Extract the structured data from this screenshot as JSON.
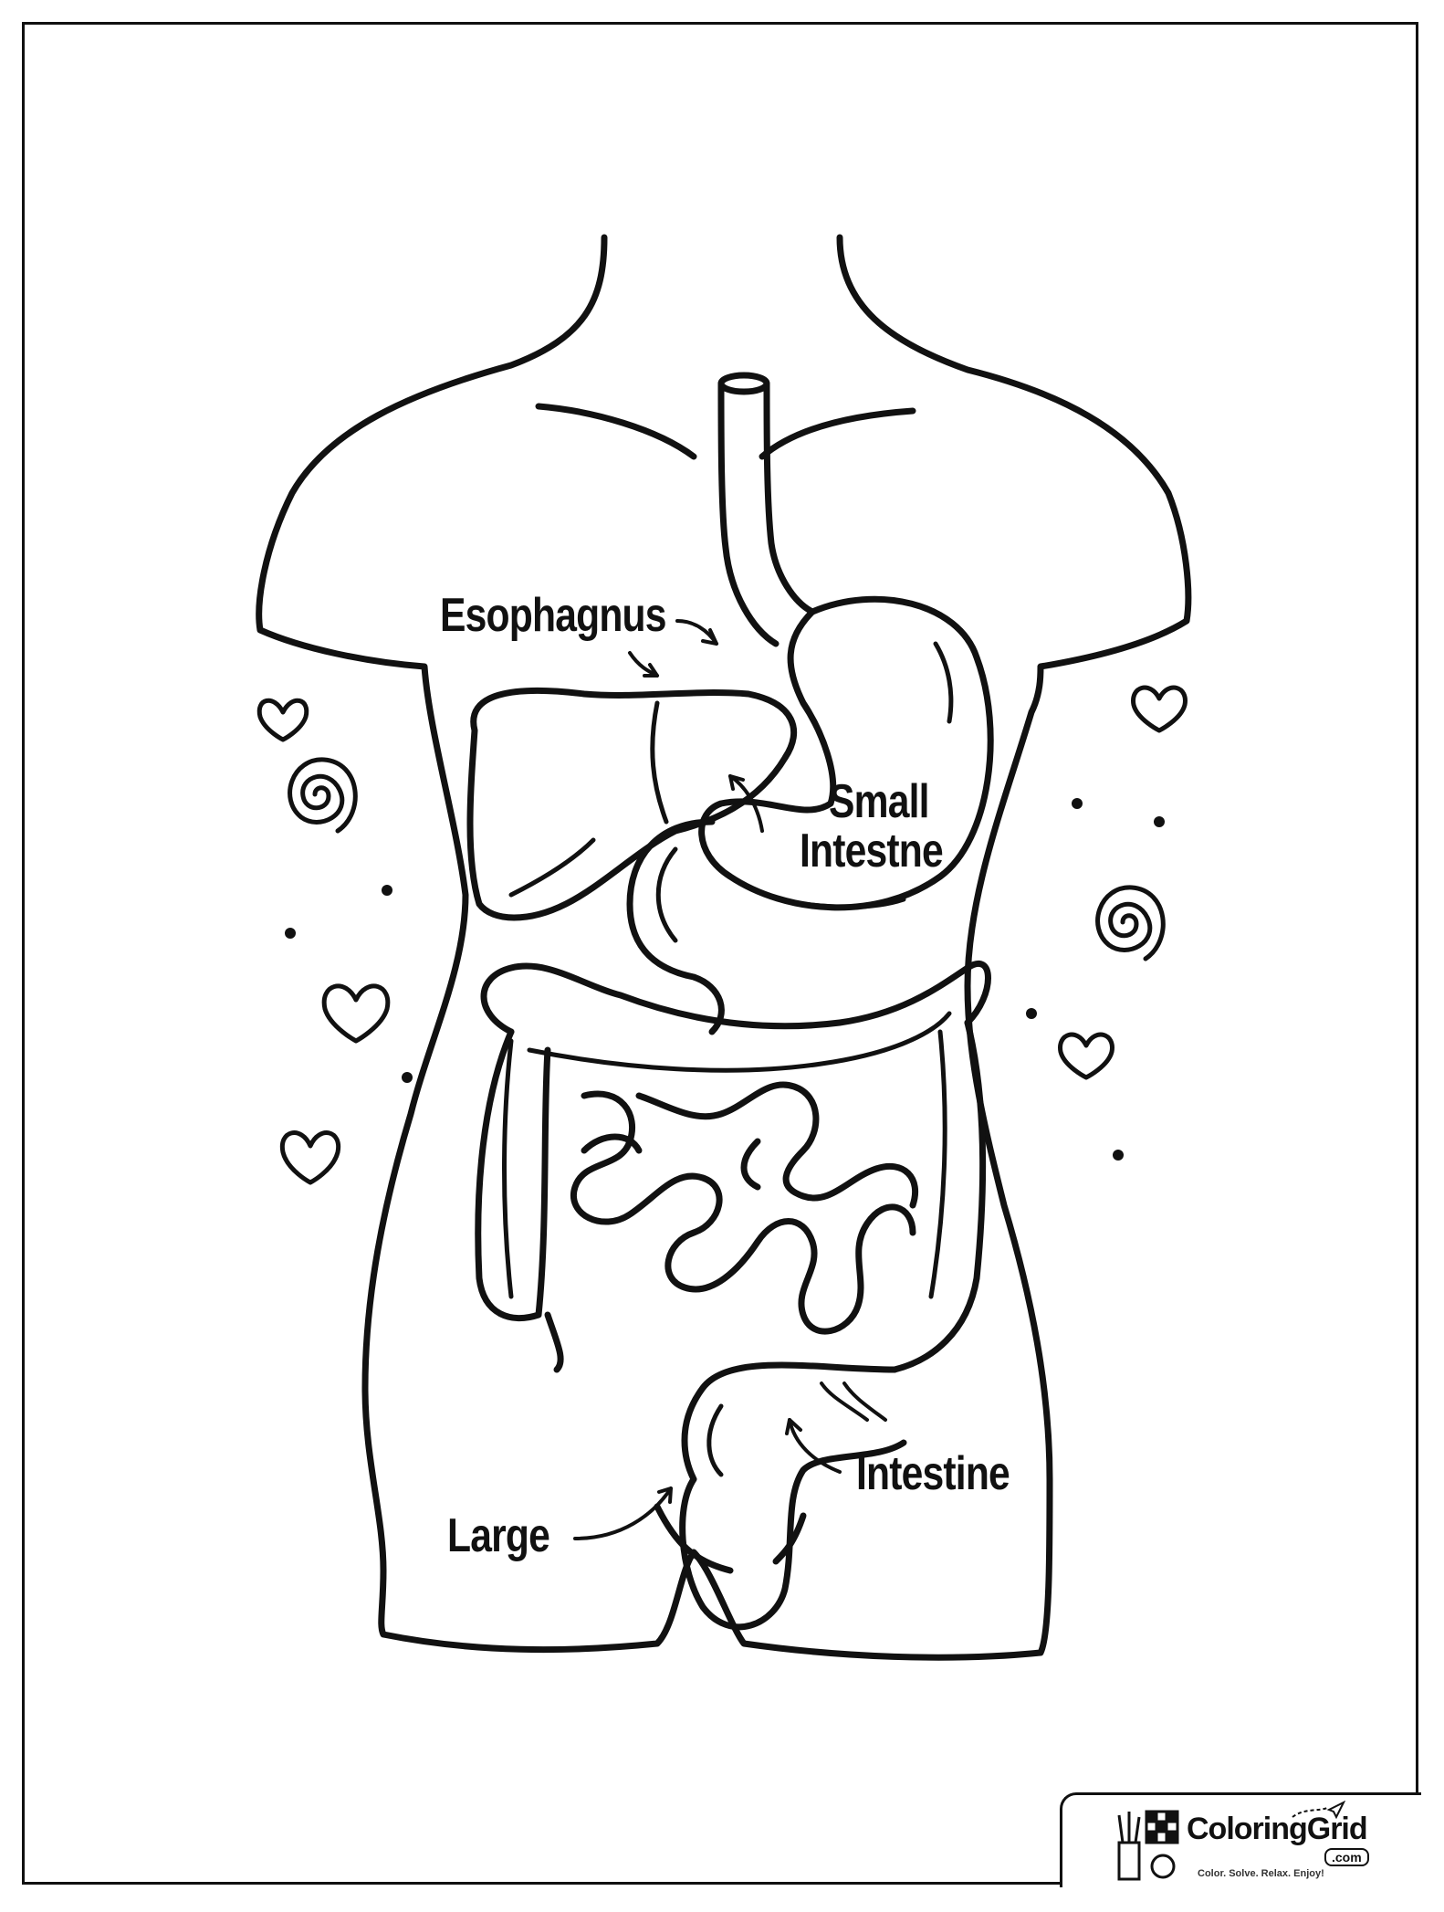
{
  "labels": {
    "esophagus": "Esophagnus",
    "small_line1": "Small",
    "small_line2": "Intestne",
    "intestine": "Intestine",
    "large": "Large"
  },
  "logo": {
    "name": "ColoringGrid",
    "domain": ".com",
    "tagline": "Color. Solve. Relax. Enjoy!"
  },
  "colors": {
    "ink": "#111111",
    "paper": "#ffffff"
  }
}
